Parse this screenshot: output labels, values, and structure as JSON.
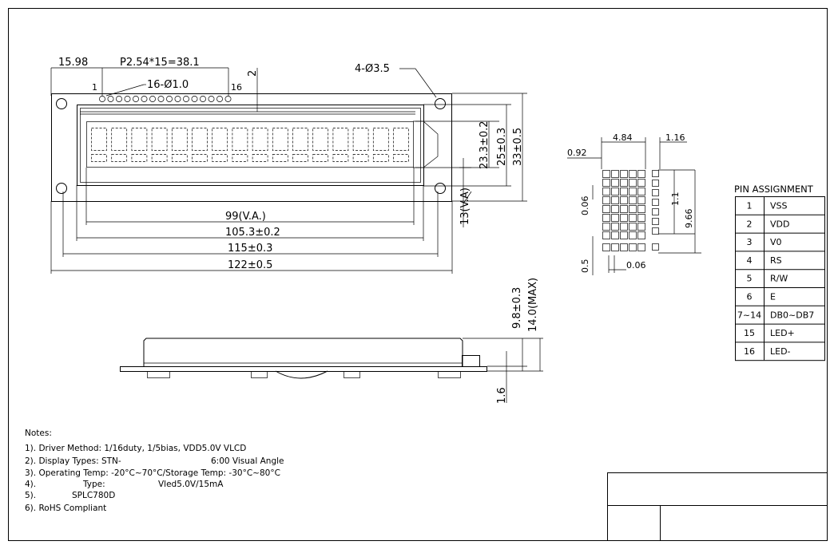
{
  "dims": {
    "d_15_98": "15.98",
    "pitch": "P2.54*15=38.1",
    "pin1": "1",
    "pin16": "16",
    "holes16": "16-Ø1.0",
    "d_2": "2",
    "holes4": "4-Ø3.5",
    "d_23_3": "23.3±0.2",
    "d_25": "25±0.3",
    "d_33": "33±0.5",
    "d_13va": "13(V.A)",
    "d_99va": "99(V.A.)",
    "d_105": "105.3±0.2",
    "d_115": "115±0.3",
    "d_122": "122±0.5",
    "d_9_8": "9.8±0.3",
    "d_14": "14.0(MAX)",
    "d_1_6": "1.6",
    "c_4_84": "4.84",
    "c_1_16": "1.16",
    "c_0_92": "0.92",
    "c_0_06a": "0.06",
    "c_1_1": "1.1",
    "c_9_66": "9.66",
    "c_0_5": "0.5",
    "c_0_06b": "0.06"
  },
  "pin_assignment": {
    "title": "PIN ASSIGNMENT",
    "rows": [
      {
        "no": "1",
        "name": "VSS"
      },
      {
        "no": "2",
        "name": "VDD"
      },
      {
        "no": "3",
        "name": "V0"
      },
      {
        "no": "4",
        "name": "RS"
      },
      {
        "no": "5",
        "name": "R/W"
      },
      {
        "no": "6",
        "name": "E"
      },
      {
        "no": "7~14",
        "name": "DB0~DB7"
      },
      {
        "no": "15",
        "name": "LED+"
      },
      {
        "no": "16",
        "name": "LED-"
      }
    ]
  },
  "notes": {
    "title": "Notes:",
    "lines": [
      "1). Driver Method: 1/16duty, 1/5bias, VDD5.0V VLCD",
      "2). Display Types: STN-",
      "3). Operating Temp: -20°C~70°C/Storage Temp: -30°C~80°C",
      "4).",
      "5).",
      "6). RoHS Compliant"
    ],
    "line2_extra": "6:00 Visual Angle",
    "line4_type": "Type:",
    "line4_extra": "Vled5.0V/15mA",
    "line5_extra": "SPLC780D"
  }
}
